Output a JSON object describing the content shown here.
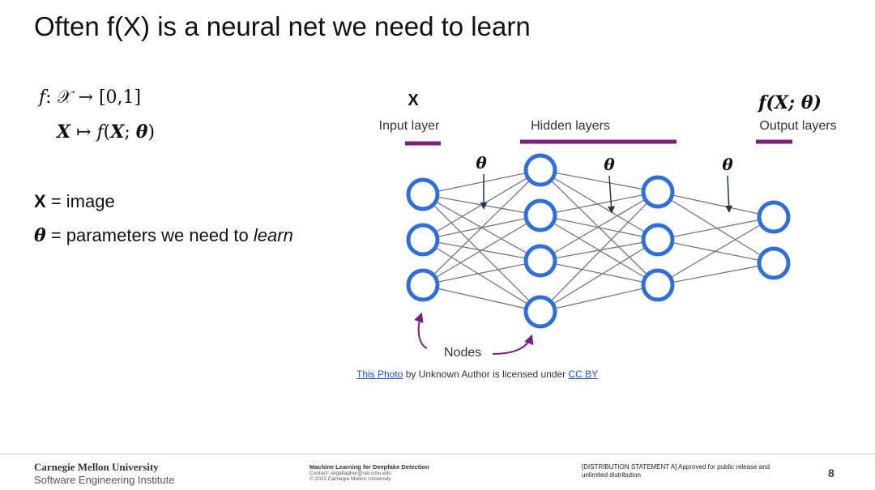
{
  "slide": {
    "title": "Often f(X) is a neural net we need to learn",
    "math": {
      "line1": {
        "f": "f",
        "colon": ":",
        "domain": "𝒳",
        "arrow": "→",
        "codomain": "[0,1]"
      },
      "line2": {
        "x": "X",
        "mapsto": "↦",
        "f": "f",
        "open": "(",
        "xarg": "X",
        "semi": ";",
        "theta": "θ",
        "close": ")"
      }
    },
    "bullets": {
      "b1": {
        "sym": "X",
        "text": " = image"
      },
      "b2": {
        "sym": "θ",
        "text": " = parameters we need to ",
        "emph": "learn"
      }
    }
  },
  "diagram": {
    "input_symbol": "X",
    "output_symbol": "f(X; θ)",
    "labels": {
      "input": "Input layer",
      "hidden": "Hidden layers",
      "output": "Output layers",
      "nodes": "Nodes"
    },
    "theta": "θ",
    "layer_sizes": [
      3,
      4,
      3,
      2
    ],
    "colors": {
      "node": "#2f6fd6",
      "accent": "#7b1f7b",
      "edge": "#777777"
    }
  },
  "credit": {
    "link1": "This Photo",
    "middle": " by Unknown Author is licensed under ",
    "link2": "CC BY"
  },
  "footer": {
    "org": "Carnegie Mellon University",
    "institute": "Software Engineering Institute",
    "talk": "Machine Learning for Deepfake Detection",
    "contact": "Contact: skgallagher@sei.cmu.edu",
    "copyright": "© 2022 Carnegie Mellon University",
    "distribution": "[DISTRIBUTION STATEMENT A] Approved for public release and unlimited distribution",
    "page": "8"
  }
}
